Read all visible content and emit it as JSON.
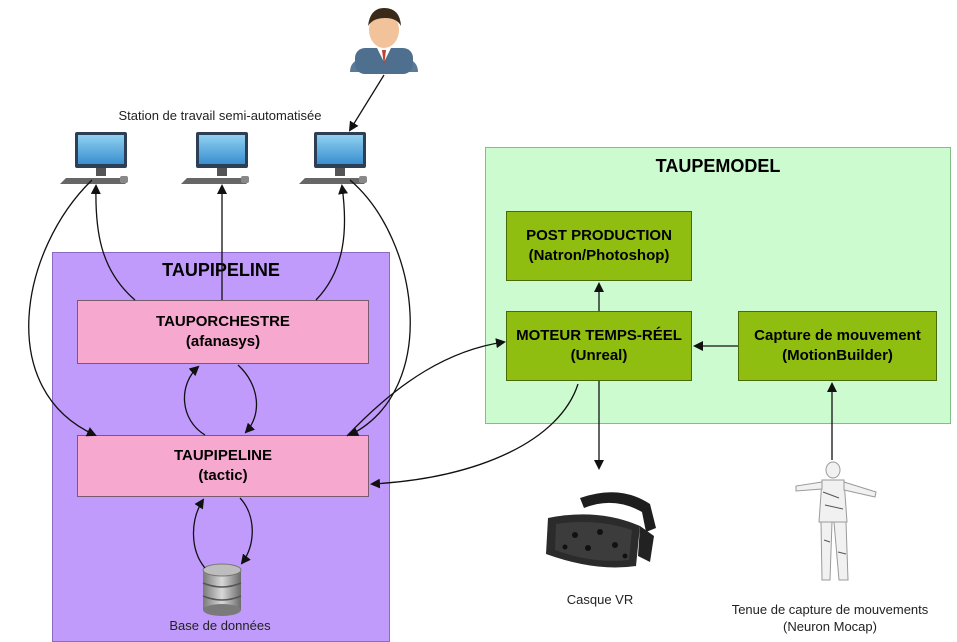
{
  "station_label": "Station de travail semi-automatisée",
  "taupipeline_panel": {
    "title": "TAUPIPELINE"
  },
  "taupemodel_panel": {
    "title": "TAUPEMODEL"
  },
  "nodes": {
    "tauporchestre": {
      "title": "TAUPORCHESTRE",
      "subtitle": "(afanasys)"
    },
    "taupipeline": {
      "title": "TAUPIPELINE",
      "subtitle": "(tactic)"
    },
    "post_production": {
      "title": "POST PRODUCTION",
      "subtitle": "(Natron/Photoshop)"
    },
    "moteur": {
      "title": "MOTEUR TEMPS-RÉEL",
      "subtitle": "(Unreal)"
    },
    "capture": {
      "title": "Capture de mouvement",
      "subtitle": "(MotionBuilder)"
    }
  },
  "database_label": "Base de données",
  "vr_label": "Casque VR",
  "mocap_label": {
    "line1": "Tenue de capture de mouvements",
    "line2": "(Neuron Mocap)"
  },
  "colors": {
    "taupipeline_bg": "#c19bfb",
    "taupemodel_bg": "#cdfbd0",
    "box_pink": "#f6a8ce",
    "box_green": "#8fbd10"
  }
}
